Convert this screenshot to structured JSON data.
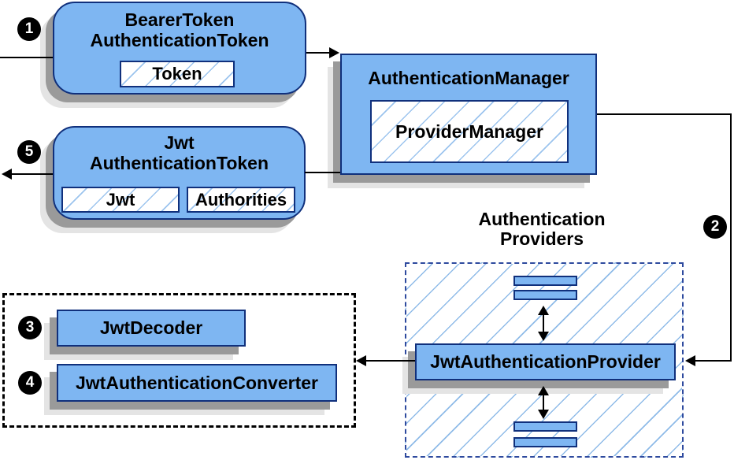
{
  "nodes": {
    "bearer_token": {
      "line1": "BearerToken",
      "line2": "AuthenticationToken",
      "chip": "Token"
    },
    "authentication_manager": {
      "title": "AuthenticationManager",
      "chip": "ProviderManager"
    },
    "jwt_authentication_token": {
      "line1": "Jwt",
      "line2": "AuthenticationToken",
      "chips": [
        "Jwt",
        "Authorities"
      ]
    },
    "providers_group": {
      "label_line1": "Authentication",
      "label_line2": "Providers",
      "provider": "JwtAuthenticationProvider"
    },
    "decoder_group": {
      "decoder": "JwtDecoder",
      "converter": "JwtAuthenticationConverter"
    }
  },
  "badges": {
    "step1": "1",
    "step2": "2",
    "step3": "3",
    "step4": "4",
    "step5": "5"
  },
  "colors": {
    "node_fill": "#7eb6f2",
    "node_border": "#10307c",
    "hatch_line": "#8fbbe8",
    "providers_dash_border": "#2e4a9e",
    "decoder_dash_border": "#000000",
    "shadow_dark": "#9a9a9a",
    "shadow_light": "#e4e4e4",
    "connector": "#000000",
    "badge_background": "#000000",
    "badge_text": "#ffffff"
  }
}
